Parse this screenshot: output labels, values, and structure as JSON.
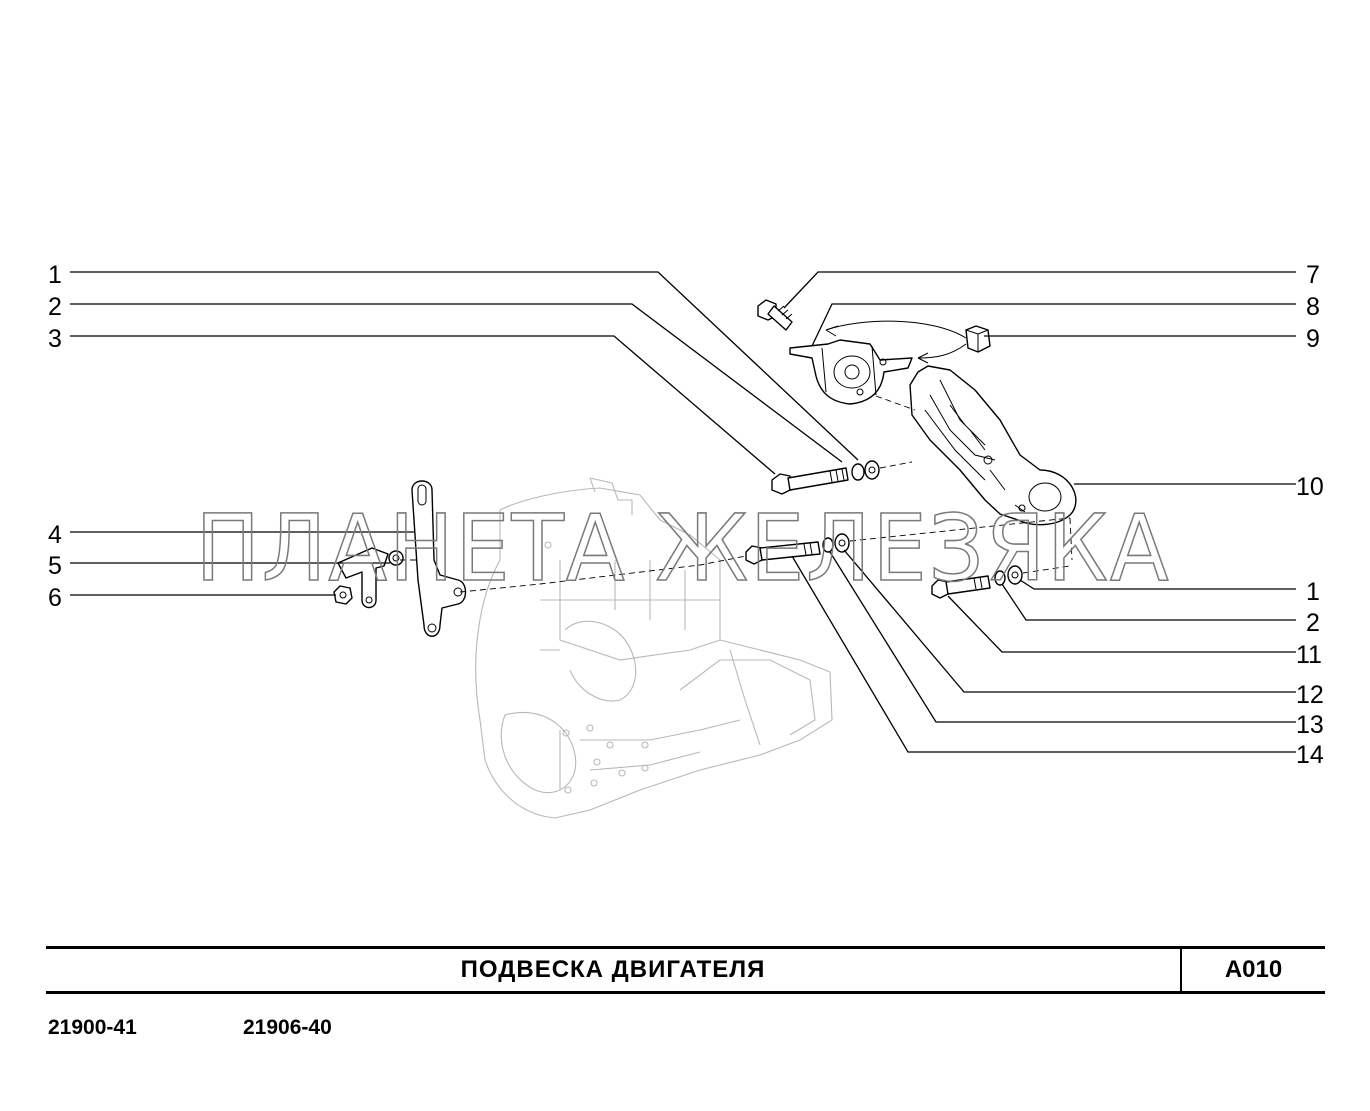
{
  "title": "ПОДВЕСКА ДВИГАТЕЛЯ",
  "sheet_code": "A010",
  "models": [
    "21900-41",
    "21906-40"
  ],
  "watermark": "ПЛАНЕТА ЖЕЛЕЗЯКА",
  "callouts": {
    "left": [
      "1",
      "2",
      "3",
      "4",
      "5",
      "6"
    ],
    "right": [
      "7",
      "8",
      "9",
      "10",
      "1",
      "2",
      "11",
      "12",
      "13",
      "14"
    ]
  },
  "colors": {
    "line": "#000000",
    "background": "#ffffff",
    "ghost_engine": "#b8b8b8",
    "watermark": "#7a7a7a"
  }
}
